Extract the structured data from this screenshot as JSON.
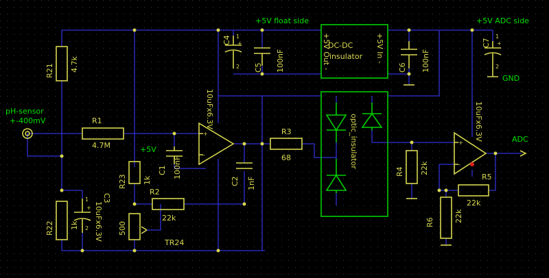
{
  "rails": {
    "float_side": "+5V float side",
    "adc_side": "+5V ADC side",
    "plus5v": "+5V",
    "gnd": "GND",
    "adc": "ADC"
  },
  "sensor": {
    "name": "pH-sensor",
    "range": "+-400mV"
  },
  "isolator": {
    "label1": "DC-DC",
    "label2": "insulator",
    "pin_out": "+5V Out -",
    "pin_in": "+5V In -",
    "optic": "optic_insulator"
  },
  "parts": {
    "r21": "R21",
    "r21v": "4.7k",
    "r1": "R1",
    "r1v": "4.7M",
    "r22": "R22",
    "r22v": "1k",
    "r23": "R23",
    "r23v": "1k",
    "r2": "R2",
    "r2v": "22k",
    "tr24": "TR24",
    "tr24v": "500",
    "r3": "R3",
    "r3v": "68",
    "r4": "R4",
    "r4v": "22k",
    "r5": "R5",
    "r5v": "22k",
    "r6": "R6",
    "r6v": "22k",
    "c1": "C1",
    "c1v": "100nF",
    "c2": "C2",
    "c2v": "1nF",
    "c3": "C3",
    "c3v": "10uFx6.3V",
    "c4": "C4",
    "c4v": "10uFx6.3V",
    "c5": "C5",
    "c5v": "100nF",
    "c6": "C6",
    "c6v": "100nF",
    "c7": "C7",
    "c7v": "10uFx6.3V"
  },
  "pins": {
    "p1": "1",
    "p2": "2",
    "plus": "+",
    "minus": "-"
  }
}
